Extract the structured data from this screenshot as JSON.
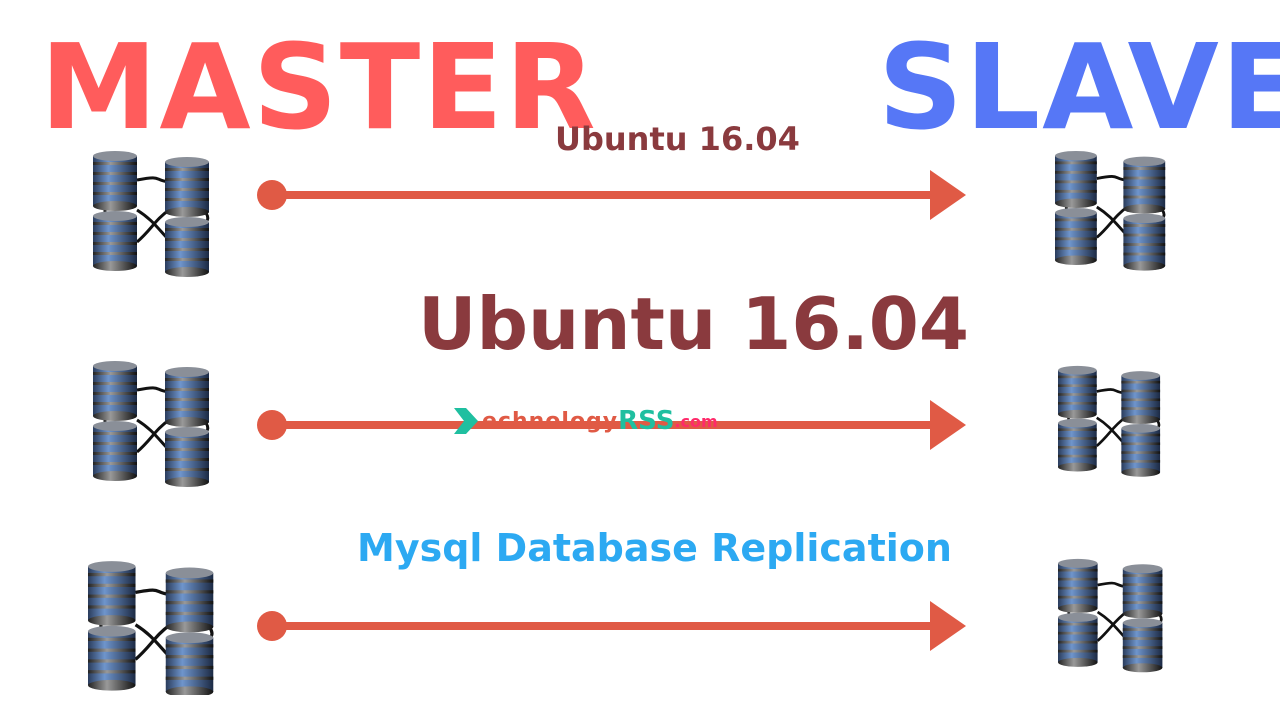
{
  "master_label": "MASTER",
  "slave_label": "SLAVE",
  "subtitle_small": "Ubuntu 16.04",
  "subtitle_large": "Ubuntu 16.04",
  "caption": "Mysql Database Replication",
  "watermark": {
    "prefix": "echnology",
    "brand": "RSS",
    "suffix": ".com"
  },
  "colors": {
    "master": "#FF5C5C",
    "slave": "#5677F6",
    "arrow": "#E05A45",
    "ubuntu": "#8A3A3E",
    "caption": "#2CA9F2"
  },
  "icons": [
    "database-cluster-icon",
    "arrow-right-icon"
  ]
}
